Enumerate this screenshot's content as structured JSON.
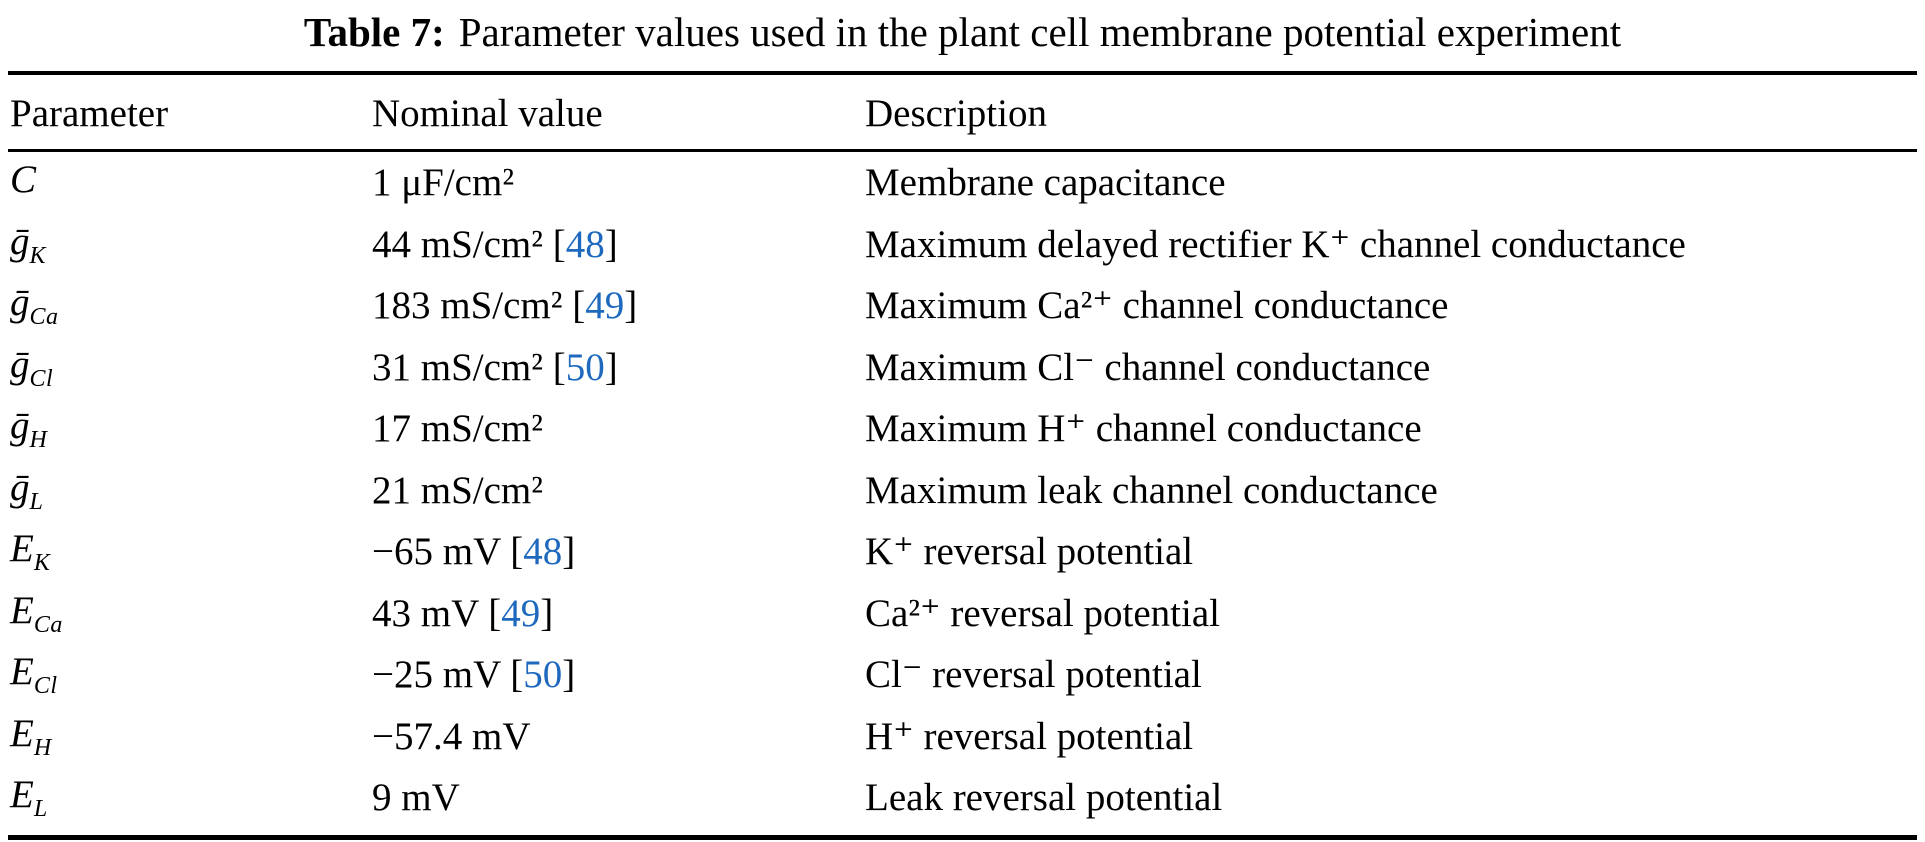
{
  "title": {
    "label": "Table 7:",
    "text": "Parameter values used in the plant cell membrane potential experiment"
  },
  "table": {
    "columns": [
      "Parameter",
      "Nominal value",
      "Description"
    ],
    "rows": [
      {
        "param_base": "C",
        "param_sub": "",
        "value": "1 μF/cm²",
        "cite": null,
        "desc": "Membrane capacitance"
      },
      {
        "param_base": "ḡ",
        "param_sub": "K",
        "value": "44 mS/cm²",
        "cite": "48",
        "desc": "Maximum delayed rectifier K⁺ channel conductance"
      },
      {
        "param_base": "ḡ",
        "param_sub": "Ca",
        "value": "183 mS/cm²",
        "cite": "49",
        "desc": "Maximum Ca²⁺ channel conductance"
      },
      {
        "param_base": "ḡ",
        "param_sub": "Cl",
        "value": "31 mS/cm²",
        "cite": "50",
        "desc": "Maximum Cl⁻ channel conductance"
      },
      {
        "param_base": "ḡ",
        "param_sub": "H",
        "value": "17 mS/cm²",
        "cite": null,
        "desc": "Maximum H⁺ channel conductance"
      },
      {
        "param_base": "ḡ",
        "param_sub": "L",
        "value": "21 mS/cm²",
        "cite": null,
        "desc": "Maximum leak channel conductance"
      },
      {
        "param_base": "E",
        "param_sub": "K",
        "value": "−65 mV",
        "cite": "48",
        "desc": "K⁺ reversal potential"
      },
      {
        "param_base": "E",
        "param_sub": "Ca",
        "value": "43 mV",
        "cite": "49",
        "desc": "Ca²⁺ reversal potential"
      },
      {
        "param_base": "E",
        "param_sub": "Cl",
        "value": "−25 mV",
        "cite": "50",
        "desc": "Cl⁻ reversal potential"
      },
      {
        "param_base": "E",
        "param_sub": "H",
        "value": "−57.4 mV",
        "cite": null,
        "desc": "H⁺ reversal potential"
      },
      {
        "param_base": "E",
        "param_sub": "L",
        "value": "9 mV",
        "cite": null,
        "desc": "Leak reversal potential"
      }
    ]
  },
  "colors": {
    "citation": "#1e69be",
    "text": "#000000",
    "background": "#ffffff"
  }
}
